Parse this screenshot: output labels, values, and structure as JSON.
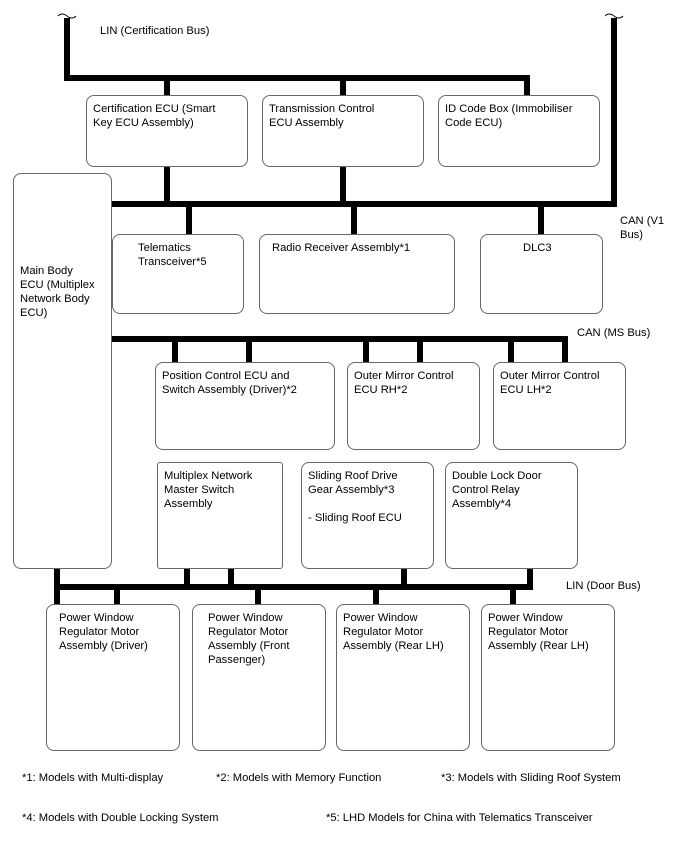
{
  "bus_labels": {
    "lin_cert": "LIN (Certification Bus)",
    "can_v1": "CAN (V1\nBus)",
    "can_ms": "CAN (MS Bus)",
    "lin_door": "LIN (Door Bus)"
  },
  "ecus": {
    "cert": "Certification ECU (Smart\nKey ECU Assembly)",
    "trans": "Transmission Control\nECU Assembly",
    "idcode": "ID Code Box (Immobiliser\nCode ECU)",
    "mainbody": "Main Body\nECU (Multiplex\nNetwork Body\nECU)",
    "telematics": "Telematics\nTransceiver*5",
    "radio": "Radio Receiver Assembly*1",
    "dlc3": "DLC3",
    "position": "Position Control ECU and\nSwitch Assembly (Driver)*2",
    "mirror_rh": "Outer Mirror Control\nECU RH*2",
    "mirror_lh": "Outer Mirror Control\nECU LH*2",
    "multiplex": "Multiplex Network\nMaster Switch\nAssembly",
    "sliding": "Sliding Roof Drive\nGear Assembly*3",
    "sliding_sub": "- Sliding Roof ECU",
    "doublelock": "Double Lock Door\nControl Relay\nAssembly*4",
    "pw_driver": "Power Window\nRegulator Motor\nAssembly (Driver)",
    "pw_front": "Power Window\nRegulator Motor\nAssembly (Front\nPassenger)",
    "pw_rearlh1": "Power Window\nRegulator Motor\nAssembly (Rear LH)",
    "pw_rearlh2": "Power Window\nRegulator Motor\nAssembly (Rear LH)"
  },
  "notes": {
    "n1": "*1: Models with Multi-display",
    "n2": "*2: Models with Memory Function",
    "n3": "*3: Models with Sliding Roof System",
    "n4": "*4: Models with Double Locking System",
    "n5": "*5: LHD Models for China with Telematics Transceiver"
  }
}
